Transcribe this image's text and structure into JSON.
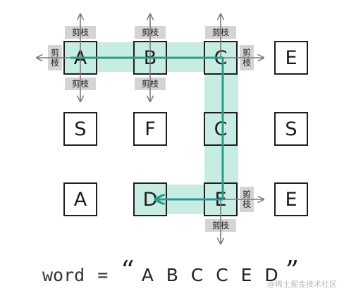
{
  "grid": [
    [
      "A",
      "B",
      "C",
      "E"
    ],
    [
      "S",
      "F",
      "C",
      "S"
    ],
    [
      "A",
      "D",
      "E",
      "E"
    ]
  ],
  "path_cells": [
    [
      0,
      0
    ],
    [
      0,
      1
    ],
    [
      0,
      2
    ],
    [
      1,
      2
    ],
    [
      2,
      2
    ],
    [
      2,
      1
    ]
  ],
  "prune_label": "剪枝",
  "word_label": {
    "key": "word",
    "equals": "=",
    "open_quote": "“",
    "letters": "A B C C E D",
    "close_quote": "”"
  },
  "watermark": "@稀土掘金技术社区",
  "colors": {
    "path_fill": "#c7ece4",
    "path_line": "#2a9b8a",
    "prune_fill": "#d4d4d4",
    "arrow_gray": "#7a7a7a"
  }
}
